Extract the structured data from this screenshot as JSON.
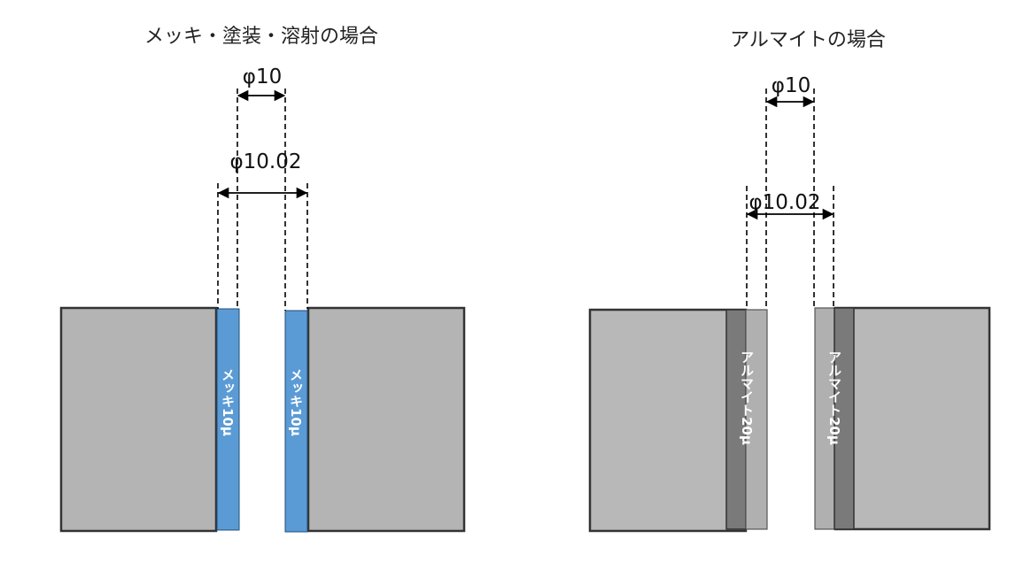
{
  "left_panel": {
    "title": "メッキ・塗装・溶射の場合",
    "inner_dim": "φ10",
    "outer_dim": "φ10.02",
    "coating_label_left": "メッキ10μ",
    "coating_label_right": "メッキ10μ"
  },
  "right_panel": {
    "title": "アルマイトの場合",
    "inner_dim": "φ10",
    "outer_dim": "φ10.02",
    "coating_label_left": "アルマイト20μ",
    "coating_label_right": "アルマイト20μ"
  },
  "colors": {
    "block_fill": "#b4b4b4",
    "block_fill_right_panel": "#b8b8b8",
    "block_stroke": "#333333",
    "plating_blue": "#5b9bd5",
    "anodize_dark": "#7a7a7a",
    "anodize_light": "#b0b0b0"
  }
}
